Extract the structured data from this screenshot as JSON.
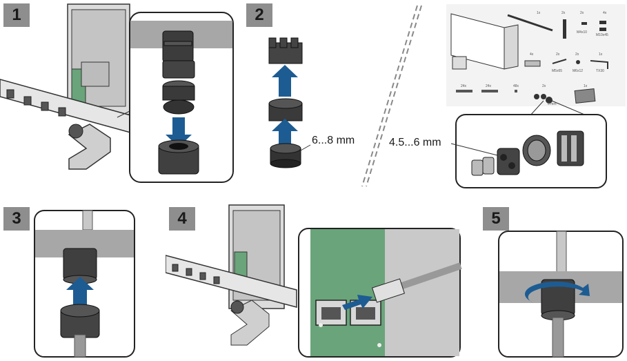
{
  "steps": [
    {
      "number": "1"
    },
    {
      "number": "2"
    },
    {
      "number": "3"
    },
    {
      "number": "4"
    },
    {
      "number": "5"
    }
  ],
  "labels": {
    "seal_range": "6...8 mm",
    "insert_range": "4.5...6 mm"
  },
  "kit": {
    "qty_rod": "1x",
    "qty_a": "2x",
    "qty_b": "2x",
    "qty_c": "4x",
    "qty_d": "4x",
    "qty_e": "2x",
    "qty_f": "2x",
    "qty_g": "1x",
    "qty_h": "24x",
    "qty_i": "24x",
    "qty_j": "48x",
    "qty_k": "2x",
    "qty_l": "1x",
    "lbl_m4x10": "M4x10",
    "lbl_m10x45": "M10x45",
    "lbl_m5x65": "M5x65",
    "lbl_m6x12": "M6x12",
    "lbl_tx30": "TX30",
    "lbl_6mm": "6 mm"
  },
  "colors": {
    "badge": "#8e8e8e",
    "arrow": "#1d5c92",
    "board": "#6aa47a",
    "housing": "#a7a7a7"
  }
}
